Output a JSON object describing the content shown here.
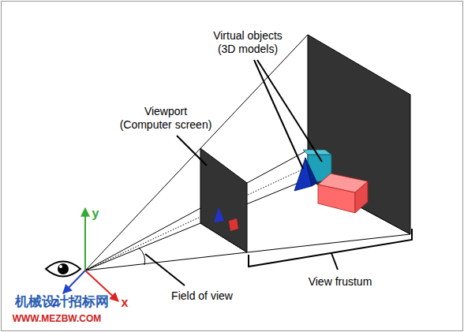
{
  "diagram": {
    "labels": [
      "Virtual objects (3D models)",
      "Viewport (Computer screen)",
      "Field of view",
      "View frustum",
      "y",
      "x",
      "z",
      "机械设计招标网",
      "WWW.MEZBW.COM"
    ]
  }
}
